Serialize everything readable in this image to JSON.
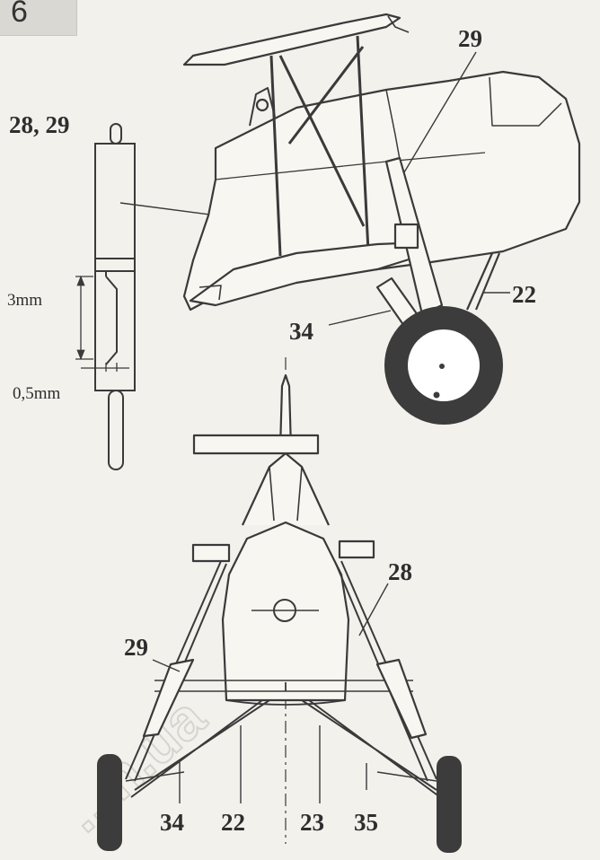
{
  "step_number": "6",
  "labels": {
    "detail_title": "28, 29",
    "dim_length": "3mm",
    "dim_offset": "0,5mm",
    "side_29": "29",
    "side_22": "22",
    "side_34": "34",
    "front_28": "28",
    "front_29": "29",
    "front_34": "34",
    "front_22": "22",
    "front_23": "23",
    "front_35": "35"
  },
  "watermark": "...n.ua",
  "colors": {
    "background": "#f2f1ec",
    "line": "#3a3a3a",
    "tire": "#3c3c3c",
    "hub": "#ffffff"
  }
}
